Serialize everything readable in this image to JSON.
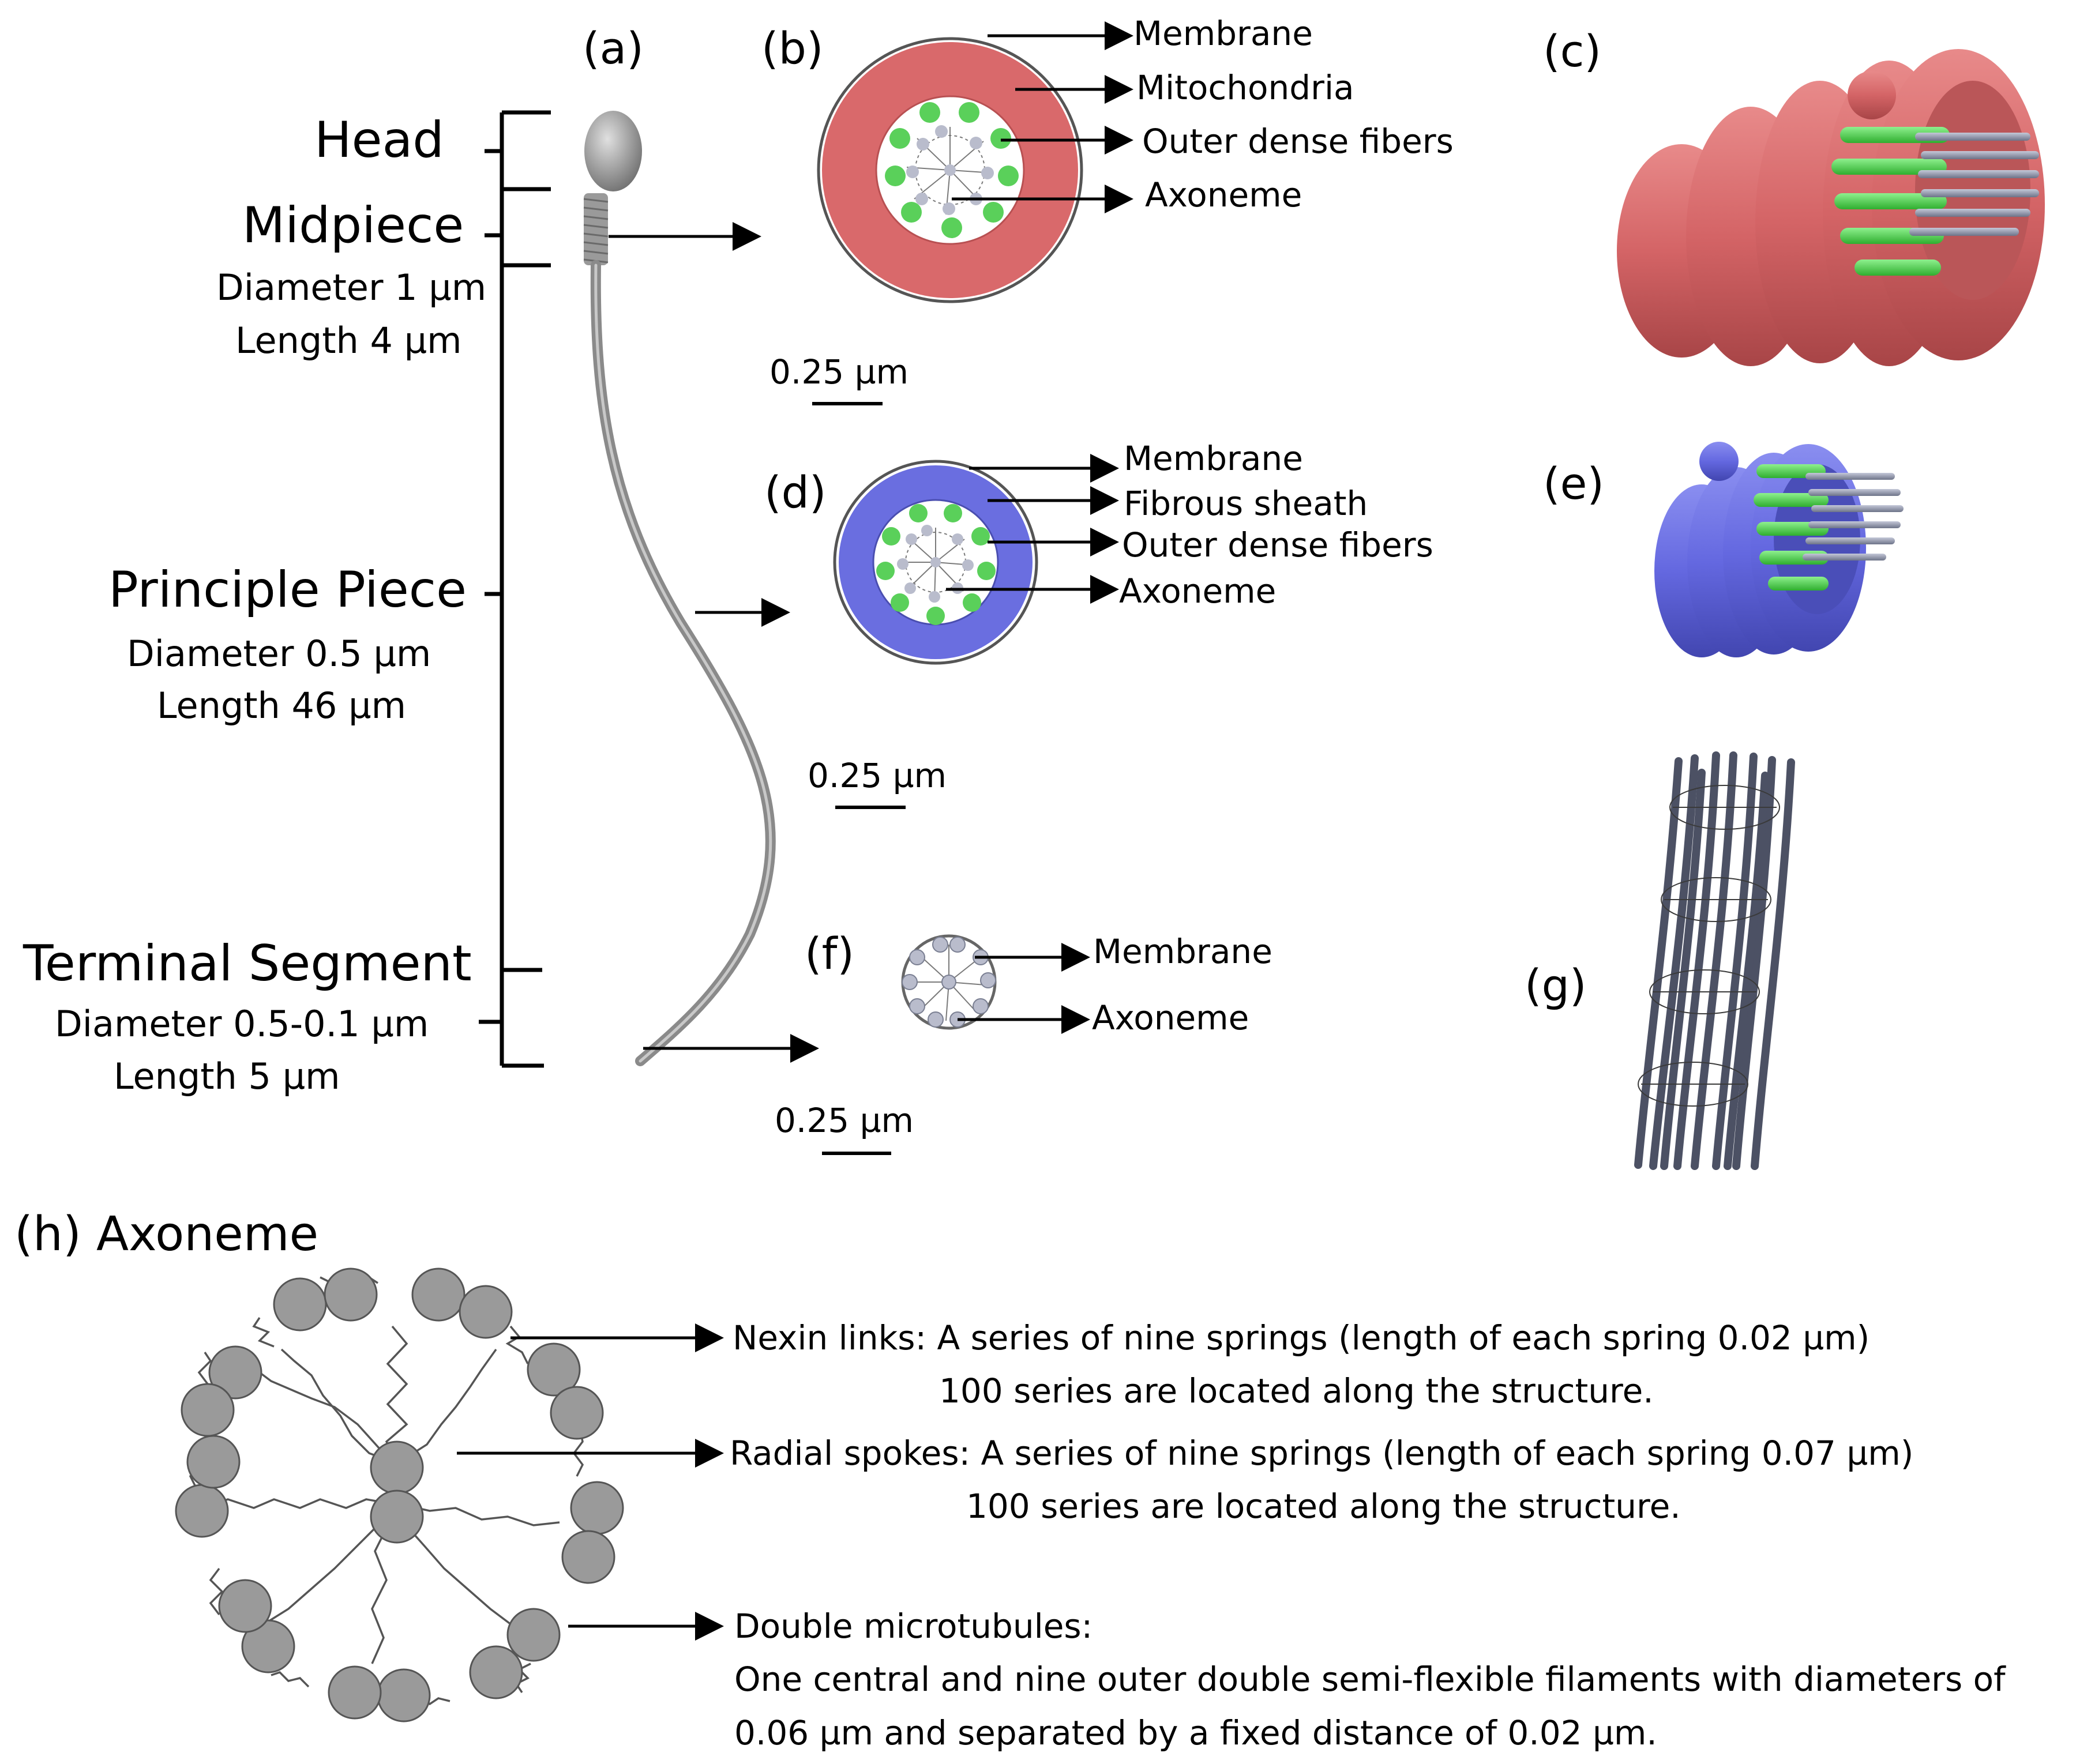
{
  "colors": {
    "mitochondria": "#d9696b",
    "fibrous_sheath": "#6a6ee0",
    "outer_dense_fibers": "#5ad05a",
    "microtubule": "#8f95a8",
    "doublet": "#9a9a9a",
    "membrane_line": "#000000",
    "tail_gray": "#8a8a8a"
  },
  "panel_labels": {
    "a": "(a)",
    "b": "(b)",
    "c": "(c)",
    "d": "(d)",
    "e": "(e)",
    "f": "(f)",
    "g": "(g)",
    "h": "(h) Axoneme"
  },
  "sperm": {
    "head": "Head",
    "midpiece": "Midpiece",
    "midpiece_diameter": "Diameter 1 µm",
    "midpiece_length": "Length 4 µm",
    "principle": "Principle Piece",
    "principle_diameter": "Diameter 0.5 µm",
    "principle_length": "Length 46 µm",
    "terminal": "Terminal Segment",
    "terminal_diameter": "Diameter 0.5-0.1 µm",
    "terminal_length": "Length 5 µm"
  },
  "cross_b": {
    "membrane": "Membrane",
    "mitochondria": "Mitochondria",
    "odf": "Outer dense fibers",
    "axoneme": "Axoneme",
    "scale": "0.25 µm"
  },
  "cross_d": {
    "membrane": "Membrane",
    "fibrous_sheath": "Fibrous sheath",
    "odf": "Outer dense fibers",
    "axoneme": "Axoneme",
    "scale": "0.25 µm"
  },
  "cross_f": {
    "membrane": "Membrane",
    "axoneme": "Axoneme",
    "scale": "0.25 µm"
  },
  "axoneme_h": {
    "nexin_line1": "Nexin links: A series of nine springs (length of each spring 0.02 µm)",
    "nexin_line2": "100 series are located along the structure.",
    "radial_line1": "Radial spokes: A series of nine springs (length of each spring 0.07 µm)",
    "radial_line2": "100 series are located along the structure.",
    "doublet_line1": "Double microtubules:",
    "doublet_line2": "One central and nine outer double semi-flexible filaments with diameters of",
    "doublet_line3": "0.06 µm and separated by a fixed distance of 0.02 µm."
  }
}
